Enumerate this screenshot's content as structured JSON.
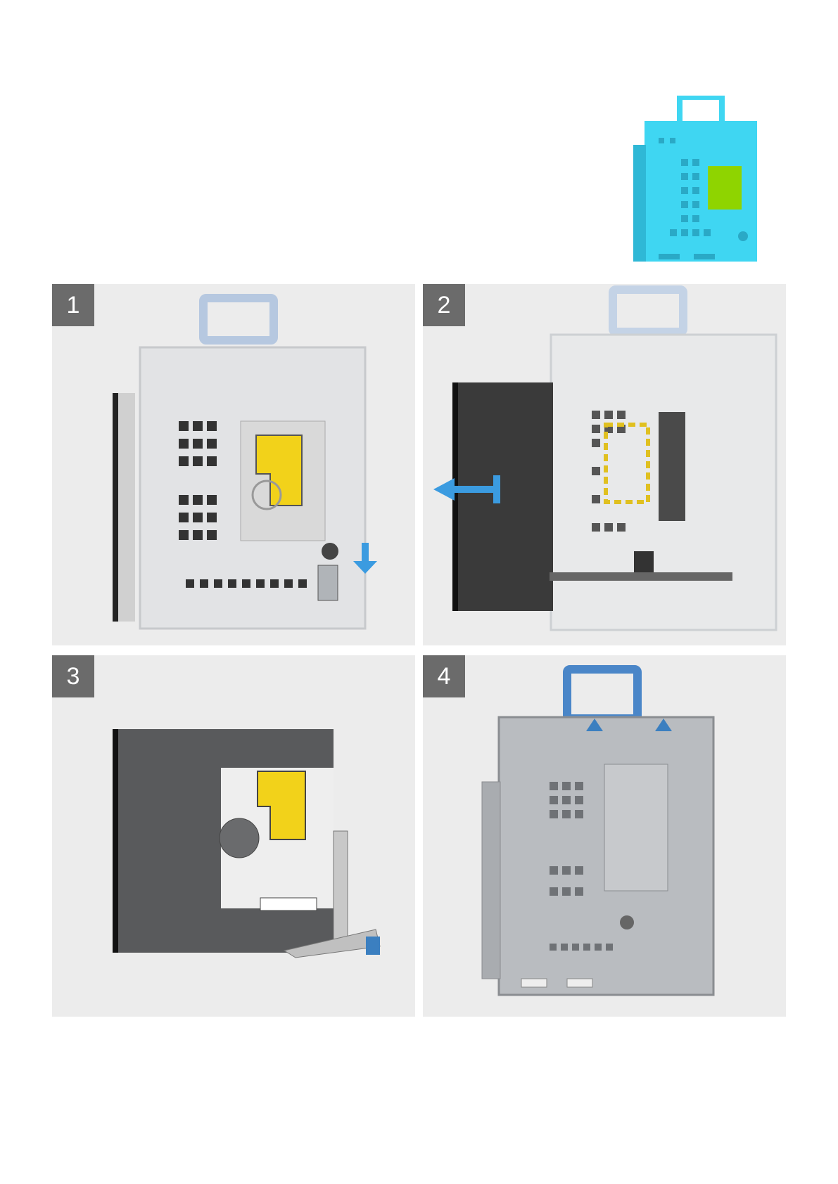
{
  "steps": [
    {
      "number": "1"
    },
    {
      "number": "2"
    },
    {
      "number": "3"
    },
    {
      "number": "4"
    }
  ],
  "colors": {
    "panel_background": "#ececec",
    "badge_background": "#6b6b6b",
    "badge_text": "#ffffff",
    "arrow_blue": "#3b9be0",
    "highlight_cyan": "#3fd6f2",
    "highlight_green": "#8fd400",
    "label_yellow": "#f2d21a",
    "bracket_blue": "#4a86c8",
    "metal_gray": "#b9bcc0"
  },
  "icons": {
    "thumbnail": "optical-drive-assembly-highlight",
    "step1_arrow": "arrow-down-icon",
    "step2_arrow": "arrow-left-icon"
  }
}
